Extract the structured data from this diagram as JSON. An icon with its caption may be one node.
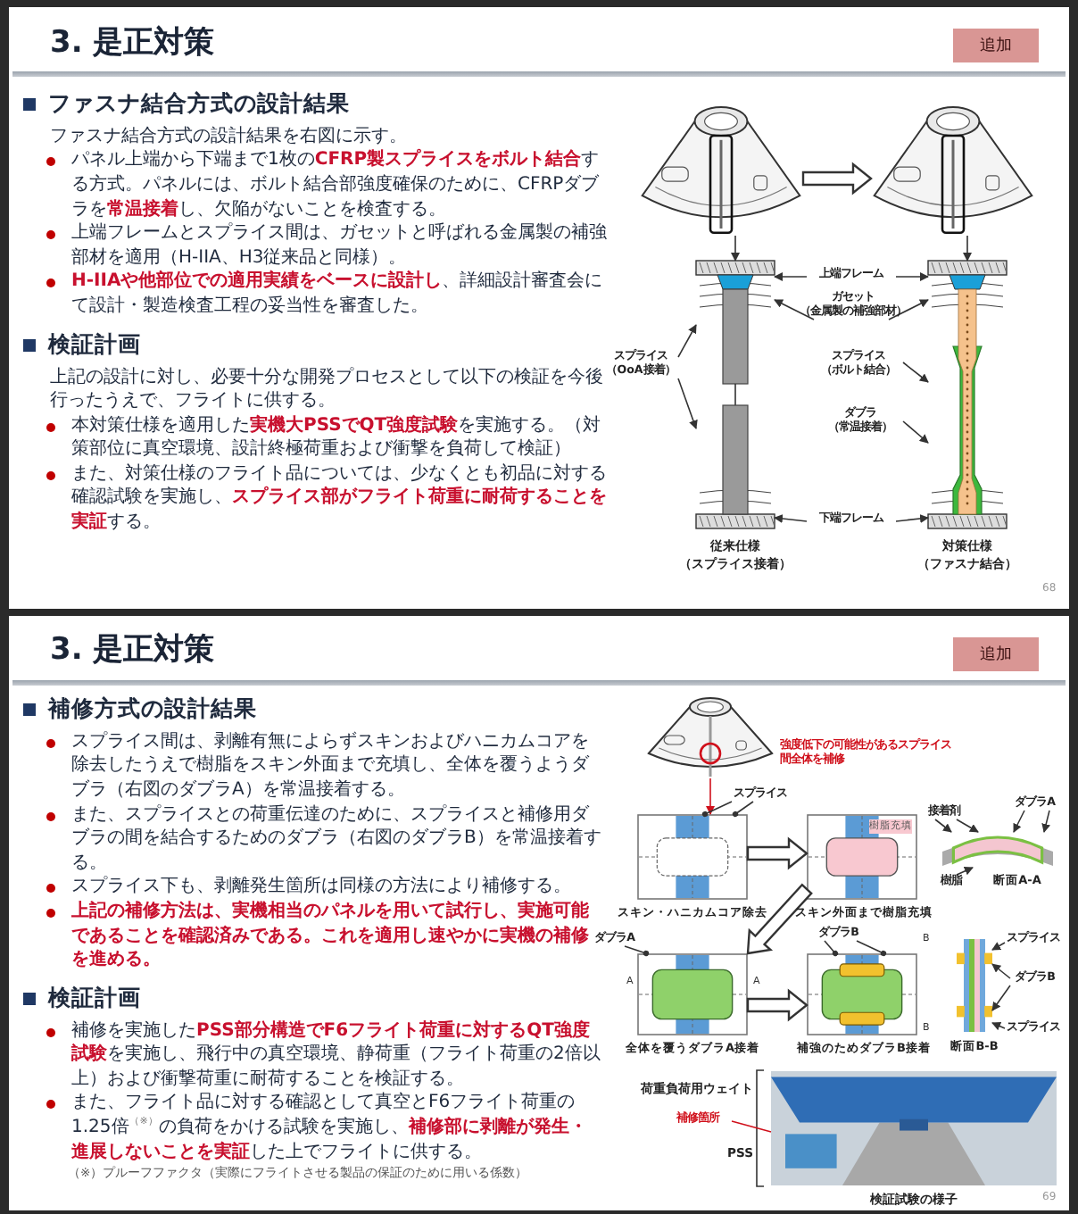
{
  "diagram": {
    "nodes": [
      {
        "text": [],
        "shape": "picture"
      },
      {
        "text": [],
        "shape": "picture"
      },
      {
        "text": [],
        "shape": "picture",
        "beside": [
          "従来仕様",
          "（スプライス接着）"
        ]
      },
      {
        "text": [],
        "shape": "picture",
        "beside": [
          "対策仕様",
          "（ファスナ結合）"
        ]
      },
      {
        "text": [
          "上端フレーム"
        ]
      },
      {
        "text": [
          "ガセット",
          "（金属製の補強部材）"
        ]
      },
      {
        "text": [
          "スプライス",
          "（OoA接着）"
        ]
      },
      {
        "text": [
          "スプライス",
          "（ボルト結合）"
        ]
      },
      {
        "text": [
          "ダブラ",
          "（常温接着）"
        ]
      },
      {
        "text": [
          "下端フレーム"
        ]
      },
      {
        "text": [],
        "shape": "picture"
      },
      {
        "text": [],
        "shape": "picture",
        "beside": [
          "スキン・ハニカムコア除去"
        ]
      },
      {
        "text": [],
        "shape": "picture",
        "beside": [
          "スキン外面まで樹脂充填"
        ]
      },
      {
        "text": [],
        "shape": "picture",
        "beside": [
          "全体を覆うダブラA接着"
        ]
      },
      {
        "text": [],
        "shape": "picture",
        "beside": [
          "補強のためダブラB接着"
        ]
      },
      {
        "text": [],
        "shape": "picture",
        "beside": [
          "断面A-A"
        ]
      },
      {
        "text": [],
        "shape": "picture",
        "beside": [
          "断面B-B"
        ]
      },
      {
        "text": [],
        "shape": "picture",
        "beside": [
          "検証試験の様子"
        ]
      },
      {
        "text": [
          "スプライス"
        ]
      },
      {
        "text": [
          "ダブラA"
        ]
      },
      {
        "text": [
          "ダブラB"
        ]
      },
      {
        "text": [
          "接着剤"
        ]
      },
      {
        "text": [
          "ダブラA"
        ]
      },
      {
        "text": [
          "樹脂"
        ]
      },
      {
        "text": [
          "スプライス"
        ]
      },
      {
        "text": [
          "ダブラB"
        ]
      },
      {
        "text": [
          "スプライス"
        ]
      },
      {
        "text": [
          "補修箇所"
        ]
      }
    ],
    "edges": [
      {
        "from": 0,
        "to": 1,
        "arrow": "to",
        "style": "thick"
      },
      {
        "from": 0,
        "to": 2,
        "arrow": "to"
      },
      {
        "from": 1,
        "to": 3,
        "arrow": "to"
      },
      {
        "from": 4,
        "to": 2,
        "arrow": "to"
      },
      {
        "from": 4,
        "to": 3,
        "arrow": "to"
      },
      {
        "from": 5,
        "to": 2,
        "arrow": "to"
      },
      {
        "from": 5,
        "to": 3,
        "arrow": "to"
      },
      {
        "from": 6,
        "to": 2,
        "arrow": "to"
      },
      {
        "from": 6,
        "to": 2,
        "arrow": "to"
      },
      {
        "from": 7,
        "to": 3,
        "arrow": "to"
      },
      {
        "from": 8,
        "to": 3,
        "arrow": "to"
      },
      {
        "from": 9,
        "to": 2,
        "arrow": "to"
      },
      {
        "from": 9,
        "to": 3,
        "arrow": "to"
      },
      {
        "from": 10,
        "to": 11,
        "arrow": "to",
        "color": "#d0101b"
      },
      {
        "from": 11,
        "to": 12,
        "arrow": "to",
        "style": "thick"
      },
      {
        "from": 12,
        "to": 13,
        "arrow": "to",
        "style": "thick"
      },
      {
        "from": 13,
        "to": 14,
        "arrow": "to",
        "style": "thick"
      },
      {
        "from": 18,
        "to": 11,
        "arrow": "other"
      },
      {
        "from": 18,
        "to": 11,
        "arrow": "other"
      },
      {
        "from": 19,
        "to": 13,
        "arrow": "other"
      },
      {
        "from": 20,
        "to": 14,
        "arrow": "other"
      },
      {
        "from": 20,
        "to": 14,
        "arrow": "other"
      },
      {
        "from": 21,
        "to": 15,
        "arrow": "to"
      },
      {
        "from": 21,
        "to": 15,
        "arrow": "to"
      },
      {
        "from": 22,
        "to": 15,
        "arrow": "to"
      },
      {
        "from": 22,
        "to": 15,
        "arrow": "to"
      },
      {
        "from": 23,
        "to": 15,
        "arrow": "to"
      },
      {
        "from": 24,
        "to": 16,
        "arrow": "to"
      },
      {
        "from": 25,
        "to": 16,
        "arrow": "to"
      },
      {
        "from": 25,
        "to": 16,
        "arrow": "to"
      },
      {
        "from": 26,
        "to": 16,
        "arrow": "to"
      },
      {
        "from": 27,
        "to": 17,
        "arrow": "none",
        "color": "#d0101b"
      }
    ],
    "labels": [
      "3. 是正対策",
      "追加",
      "ファスナ結合方式の設計結果",
      "ファスナ結合方式の設計結果を右図に示す。",
      "パネル上端から下端まで1枚の**CFRP製スプライスをボルト結合**する方式。パネルには、ボルト結合部強度確保のために、CFRPダブラを**常温接着**し、欠陥がないことを検査する。",
      "上端フレームとスプライス間は、ガセットと呼ばれる金属製の補強部材を適用（H-IIA、H3従来品と同様）。",
      "**H-IIAや他部位での適用実績をベースに設計し**、詳細設計審査会にて設計・製造検査工程の妥当性を審査した。",
      "検証計画",
      "上記の設計に対し、必要十分な開発プロセスとして以下の検証を今後行ったうえで、フライトに供する。",
      "本対策仕様を適用した**実機大PSSでQT強度試験**を実施する。（対策部位に真空環境、設計終極荷重および衝撃を負荷して検証）",
      "また、対策仕様のフライト品については、少なくとも初品に対する確認試験を実施し、**スプライス部がフライト荷重に耐荷することを実証**する。",
      "68",
      "3. 是正対策",
      "追加",
      "補修方式の設計結果",
      "スプライス間は、剥離有無によらずスキンおよびハニカムコアを除去したうえで樹脂をスキン外面まで充填し、全体を覆うようダブラ（右図のダブラA）を常温接着する。",
      "また、スプライスとの荷重伝達のために、スプライスと補修用ダブラの間を結合するためのダブラ（右図のダブラB）を常温接着する。",
      "スプライス下も、剥離発生箇所は同様の方法により補修する。",
      "上記の補修方法は、実機相当のパネルを用いて試行し、実施可能であることを確認済みである。これを適用し速やかに実機の補修を進める。",
      "検証計画",
      "補修を実施した**PSS部分構造でF6フライト荷重に対するQT強度試験**を実施し、飛行中の真空環境、静荷重（フライト荷重の2倍以上）および衝撃荷重に耐荷することを検証する。",
      "また、フライト品に対する確認として真空とF6フライト荷重の1.25倍$^{（※）}$の負荷をかける試験を実施し、**補修部に剥離が発生・進展しないことを実証**した上でフライトに供する。",
      "（※）プルーフファクタ（実際にフライトさせる製品の保証のために用いる係数）",
      "強度低下の可能性があるスプライス間全体を補修",
      "樹脂充填",
      "A",
      "A",
      "B",
      "B",
      "荷重負荷用ウェイト",
      "PSS",
      "69"
    ]
  }
}
